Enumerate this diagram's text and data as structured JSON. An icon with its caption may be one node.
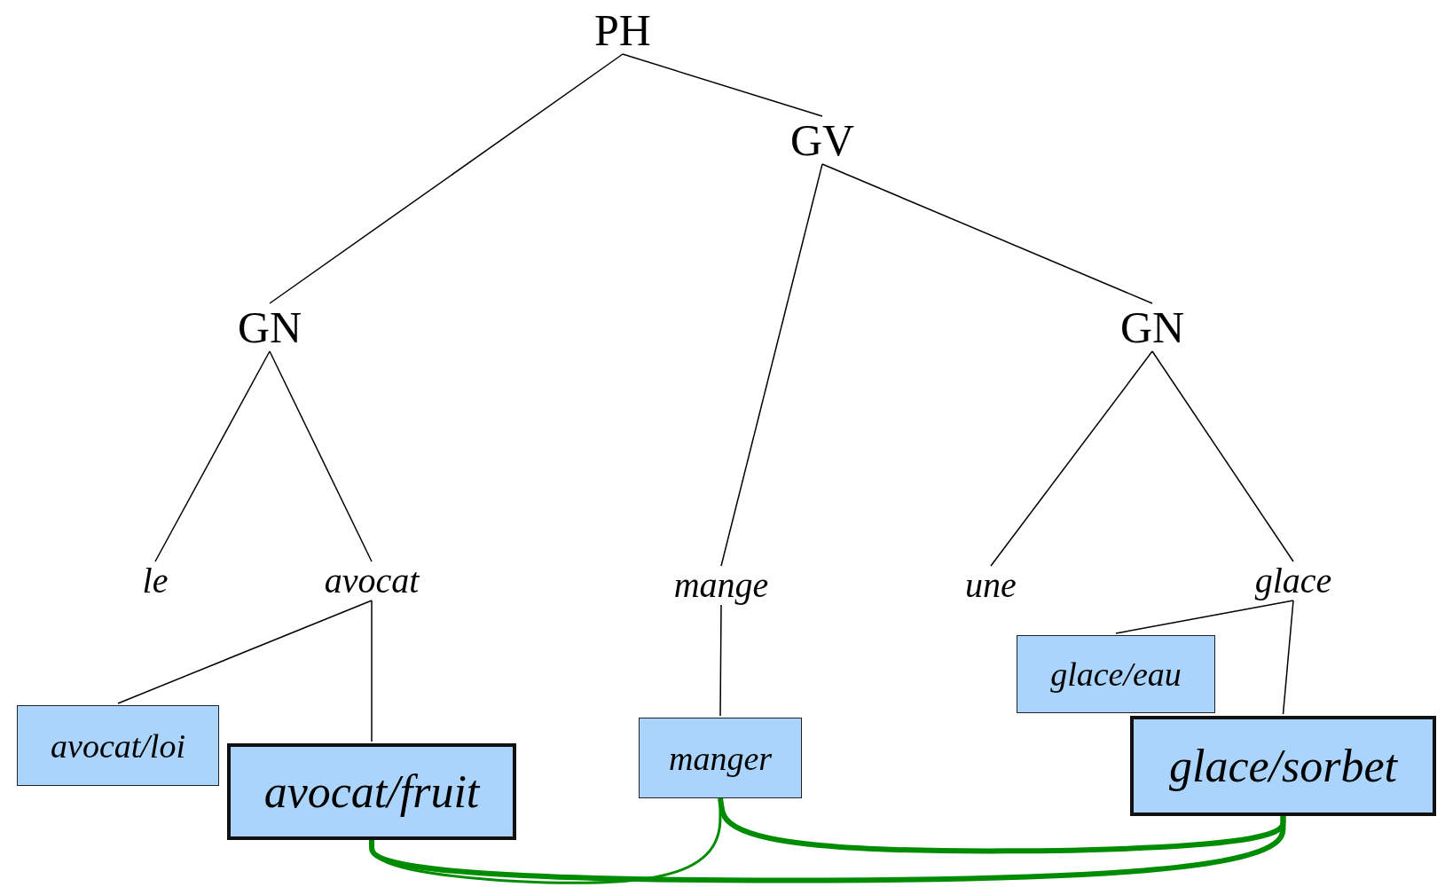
{
  "diagram": {
    "nodes": [
      {
        "text": [
          "PH"
        ]
      },
      {
        "text": [
          "GV"
        ]
      },
      {
        "text": [
          "GN"
        ]
      },
      {
        "text": [
          "GN"
        ]
      },
      {
        "text": [
          "le"
        ]
      },
      {
        "text": [
          "avocat"
        ]
      },
      {
        "text": [
          "mange"
        ]
      },
      {
        "text": [
          "une"
        ]
      },
      {
        "text": [
          "glace"
        ]
      },
      {
        "text": [
          "avocat/loi"
        ]
      },
      {
        "text": [
          "avocat/fruit"
        ]
      },
      {
        "text": [
          "manger"
        ]
      },
      {
        "text": [
          "glace/eau"
        ]
      },
      {
        "text": [
          "glace/sorbet"
        ]
      }
    ],
    "edges": [
      {
        "from": 0,
        "to": 2,
        "arrow": "none"
      },
      {
        "from": 0,
        "to": 1,
        "arrow": "none"
      },
      {
        "from": 1,
        "to": 6,
        "arrow": "none"
      },
      {
        "from": 1,
        "to": 3,
        "arrow": "none"
      },
      {
        "from": 2,
        "to": 4,
        "arrow": "none"
      },
      {
        "from": 2,
        "to": 5,
        "arrow": "none"
      },
      {
        "from": 3,
        "to": 7,
        "arrow": "none"
      },
      {
        "from": 3,
        "to": 8,
        "arrow": "none"
      },
      {
        "from": 5,
        "to": 9,
        "arrow": "none"
      },
      {
        "from": 5,
        "to": 10,
        "arrow": "none"
      },
      {
        "from": 6,
        "to": 11,
        "arrow": "none"
      },
      {
        "from": 8,
        "to": 12,
        "arrow": "none"
      },
      {
        "from": 8,
        "to": 13,
        "arrow": "none"
      },
      {
        "from": 10,
        "to": 13,
        "arrow": "none",
        "style": "thick",
        "color": "#008c00"
      },
      {
        "from": 11,
        "to": 10,
        "arrow": "none",
        "color": "#008c00"
      },
      {
        "from": 11,
        "to": 13,
        "arrow": "none",
        "style": "thick",
        "color": "#008c00"
      }
    ]
  }
}
